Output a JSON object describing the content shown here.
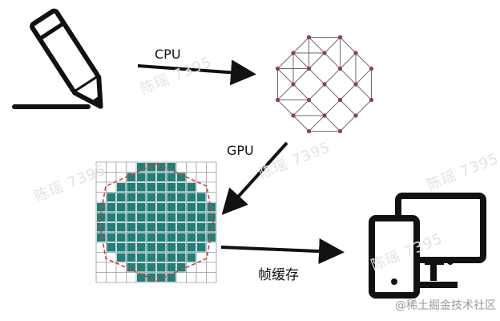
{
  "labels": {
    "cpu": "CPU",
    "gpu": "GPU",
    "framebuffer": "帧缓存"
  },
  "watermark": {
    "repeat_text": "陈瑶 7395",
    "footer": "@稀土掘金技术社区"
  },
  "icons": [
    "pencil-icon",
    "vertex-mesh-icon",
    "raster-grid-icon",
    "devices-icon"
  ],
  "colors": {
    "stroke": "#111111",
    "mesh_line": "#6b6b6b",
    "vertex": "#a0364e",
    "pixel_fill": "#1f7f79",
    "grid_line": "#9a9a9a",
    "outline_dash": "#c8433f"
  }
}
